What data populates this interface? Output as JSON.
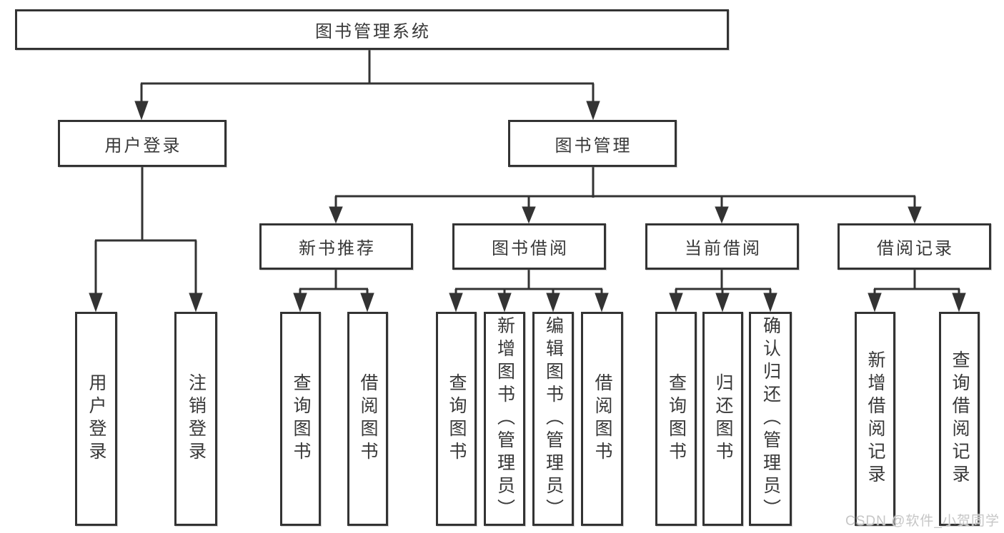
{
  "diagram": {
    "root": {
      "label": "图书管理系统"
    },
    "level2": [
      {
        "label": "用户登录"
      },
      {
        "label": "图书管理"
      }
    ],
    "level3": [
      {
        "label": "新书推荐"
      },
      {
        "label": "图书借阅"
      },
      {
        "label": "当前借阅"
      },
      {
        "label": "借阅记录"
      }
    ],
    "leaves": [
      {
        "label": "用户登录"
      },
      {
        "label": "注销登录"
      },
      {
        "label": "查询图书"
      },
      {
        "label": "借阅图书"
      },
      {
        "label": "查询图书"
      },
      {
        "label": "新增图书（管理员）"
      },
      {
        "label": "编辑图书（管理员）"
      },
      {
        "label": "借阅图书"
      },
      {
        "label": "查询图书"
      },
      {
        "label": "归还图书"
      },
      {
        "label": "确认归还（管理员）"
      },
      {
        "label": "新增借阅记录"
      },
      {
        "label": "查询借阅记录"
      }
    ]
  },
  "watermark": {
    "text": "CSDN @软件_小贺同学"
  },
  "colors": {
    "line": "#333333",
    "text": "#383838",
    "watermark": "#c6c6c6",
    "background": "#ffffff"
  }
}
